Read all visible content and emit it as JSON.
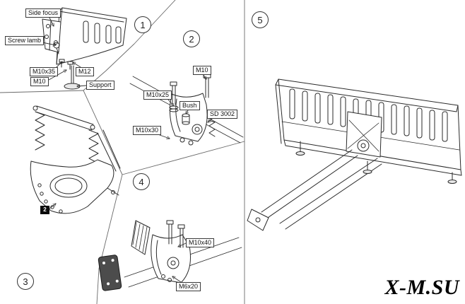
{
  "watermark": "X-M.SU",
  "panels": {
    "p1": {
      "number": "1",
      "callouts": {
        "side_focus": "Side focus",
        "screw_lamb": "Screw lamb",
        "m10x35": "M10x35",
        "m12": "M12",
        "m10": "M10",
        "support": "Support"
      }
    },
    "p2": {
      "number": "2",
      "callouts": {
        "m10": "M10",
        "m10x25": "M10x25",
        "bush": "Bush",
        "sd3002": "SD 3002",
        "m10x30": "M10x30"
      }
    },
    "p3": {
      "number": "3",
      "callouts": {
        "step_marker": "2"
      }
    },
    "p4": {
      "number": "4",
      "callouts": {
        "m10x40": "M10x40",
        "m6x20": "M6x20"
      }
    },
    "p5": {
      "number": "5"
    }
  }
}
